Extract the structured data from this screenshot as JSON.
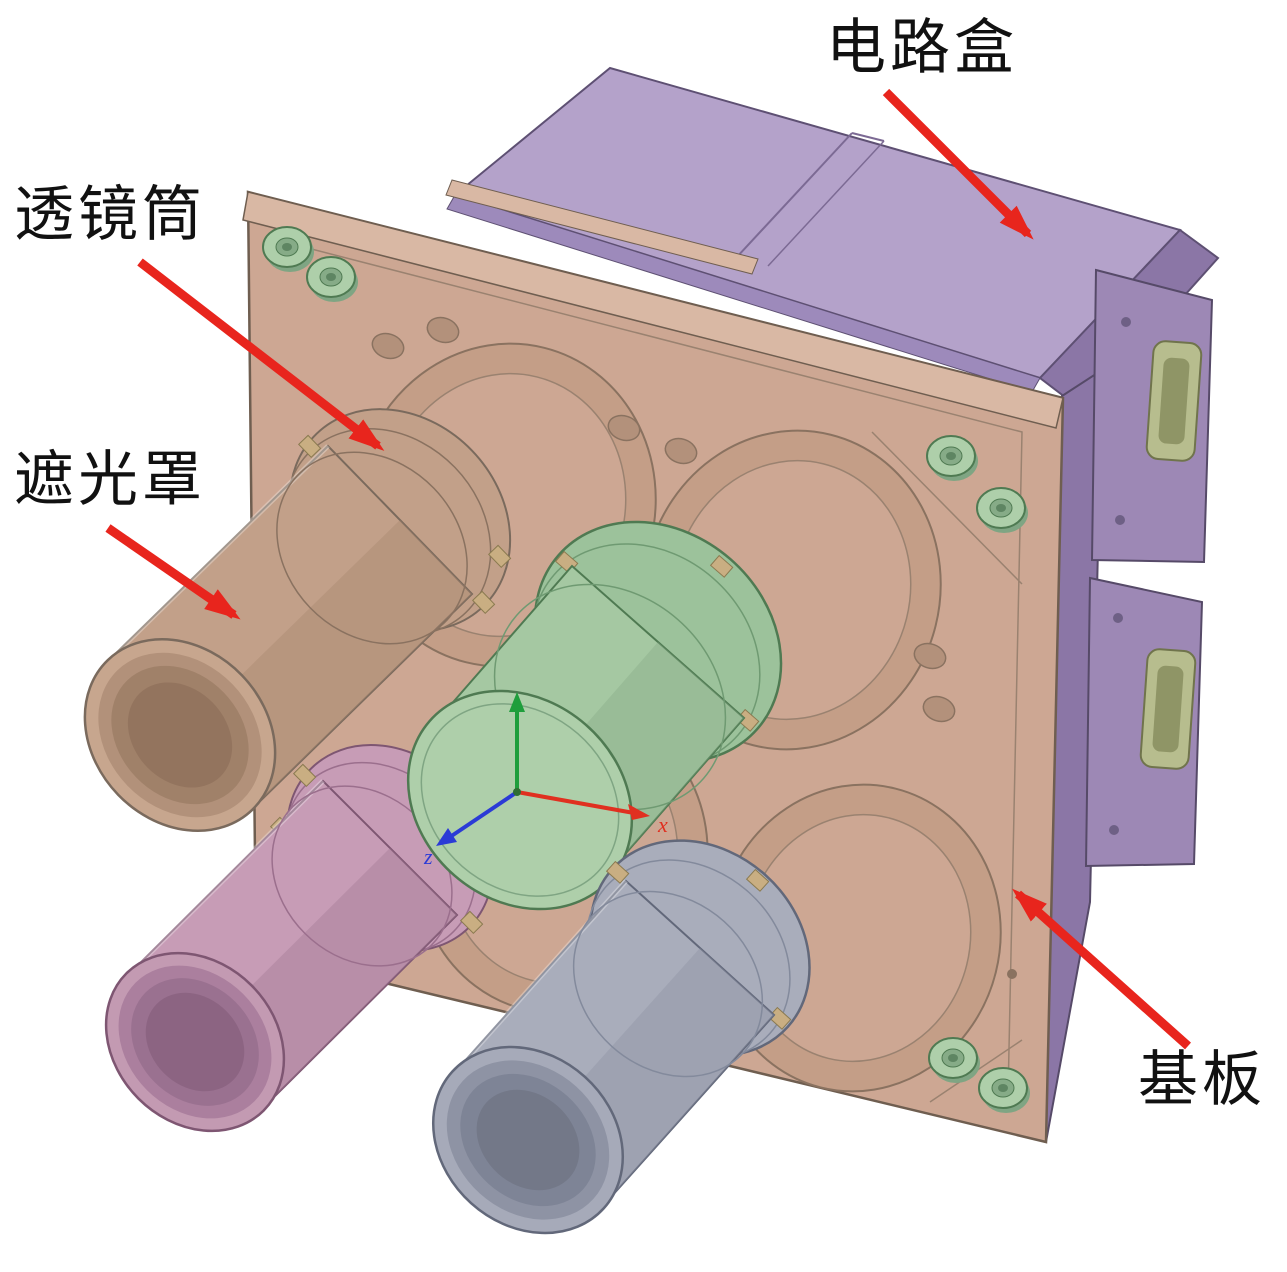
{
  "figure": {
    "type": "cad-assembly-annotated-diagram",
    "background": "#ffffff"
  },
  "annotations": {
    "lens_barrel": "透镜筒",
    "hood": "遮光罩",
    "circuit_box": "电路盒",
    "base_plate": "基板"
  },
  "axes_triad": {
    "x_label": "x",
    "z_label": "z"
  },
  "colors": {
    "arrow": "#e8251d",
    "label-text": "#111111",
    "plate": "#cda793",
    "plate-light": "#d9b8a4",
    "plate-dark": "#b3917b",
    "box-top": "#b4a2ca",
    "box-side": "#8b76a6",
    "panel": "#9d88b5",
    "green": "#aecfaa",
    "green-body": "#a5c8a2",
    "green-dark": "#86ab87",
    "pink": "#c79cb6",
    "pink-dark": "#a57b97",
    "gray": "#a9adbb",
    "gray-dark": "#8e93a4",
    "tan": "#c2a089",
    "tan-dark": "#a9876f",
    "bolt": "#c9ae82",
    "axis-x": "#e03020",
    "axis-y": "#1f9e3c",
    "axis-z": "#2b3bd6"
  }
}
